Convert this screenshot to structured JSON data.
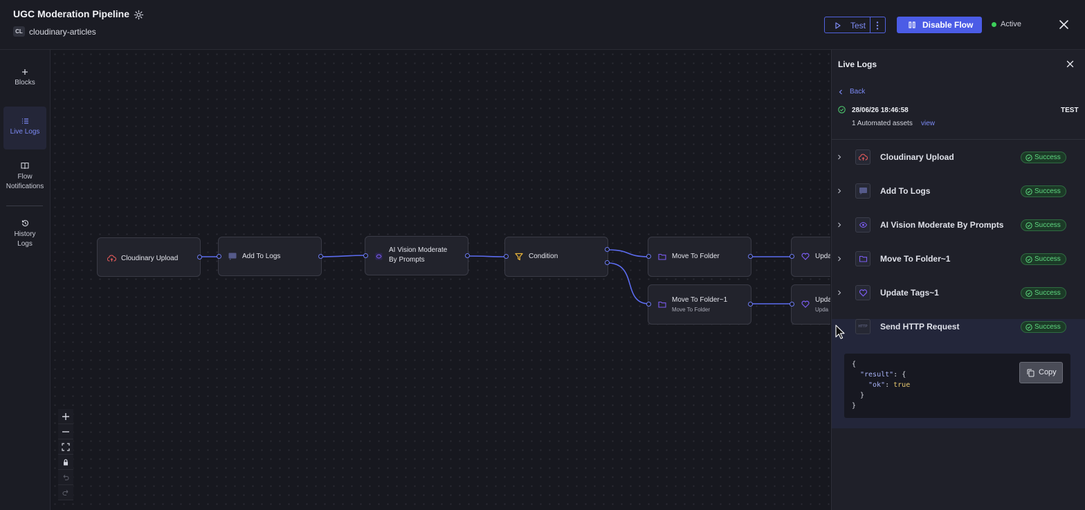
{
  "header": {
    "title": "UGC Moderation Pipeline",
    "project_badge": "CL",
    "project_name": "cloudinary-articles",
    "test_label": "Test",
    "disable_label": "Disable Flow",
    "status_label": "Active"
  },
  "nav": {
    "blocks": "Blocks",
    "live_logs": "Live Logs",
    "flow_notifications_1": "Flow",
    "flow_notifications_2": "Notifications",
    "history_logs_1": "History",
    "history_logs_2": "Logs"
  },
  "canvas": {
    "nodes": {
      "cloudinary_upload": "Cloudinary Upload",
      "add_to_logs": "Add To Logs",
      "ai_vision_1": "AI Vision Moderate",
      "ai_vision_2": "By Prompts",
      "condition": "Condition",
      "move_to_folder": "Move To Folder",
      "move_to_folder_1": "Move To Folder~1",
      "move_to_folder_1_sub": "Move To Folder",
      "update_top": "Upda",
      "update_bottom": "Upda",
      "update_bottom_sub": "Upda"
    }
  },
  "panel": {
    "title": "Live Logs",
    "back": "Back",
    "run_time": "28/06/26 18:46:58",
    "run_tag": "TEST",
    "run_assets": "1 Automated assets",
    "run_view": "view",
    "steps": [
      {
        "name": "Cloudinary Upload",
        "status": "Success",
        "icon": "cloud-upload-icon",
        "color": "#e25a5a"
      },
      {
        "name": "Add To Logs",
        "status": "Success",
        "icon": "chat-log-icon",
        "color": "#6b70a8"
      },
      {
        "name": "AI Vision Moderate By Prompts",
        "status": "Success",
        "icon": "eye-icon",
        "color": "#7b5cf0"
      },
      {
        "name": "Move To Folder~1",
        "status": "Success",
        "icon": "folder-icon",
        "color": "#7b5cf0"
      },
      {
        "name": "Update Tags~1",
        "status": "Success",
        "icon": "tag-heart-icon",
        "color": "#7b5cf0"
      },
      {
        "name": "Send HTTP Request",
        "status": "Success",
        "icon": "http-icon",
        "color": "#5a5e7a"
      }
    ],
    "http_icon_text": "HTTP",
    "json_lines": [
      "{",
      "\"result\": {",
      "\"ok\": true",
      "}",
      "}"
    ],
    "json_key_result": "\"result\"",
    "json_key_ok": "\"ok\"",
    "json_val_true": "true",
    "copy_label": "Copy"
  },
  "colors": {
    "accent": "#4b5ce6",
    "success": "#5fd981",
    "active": "#3ccf5a"
  }
}
